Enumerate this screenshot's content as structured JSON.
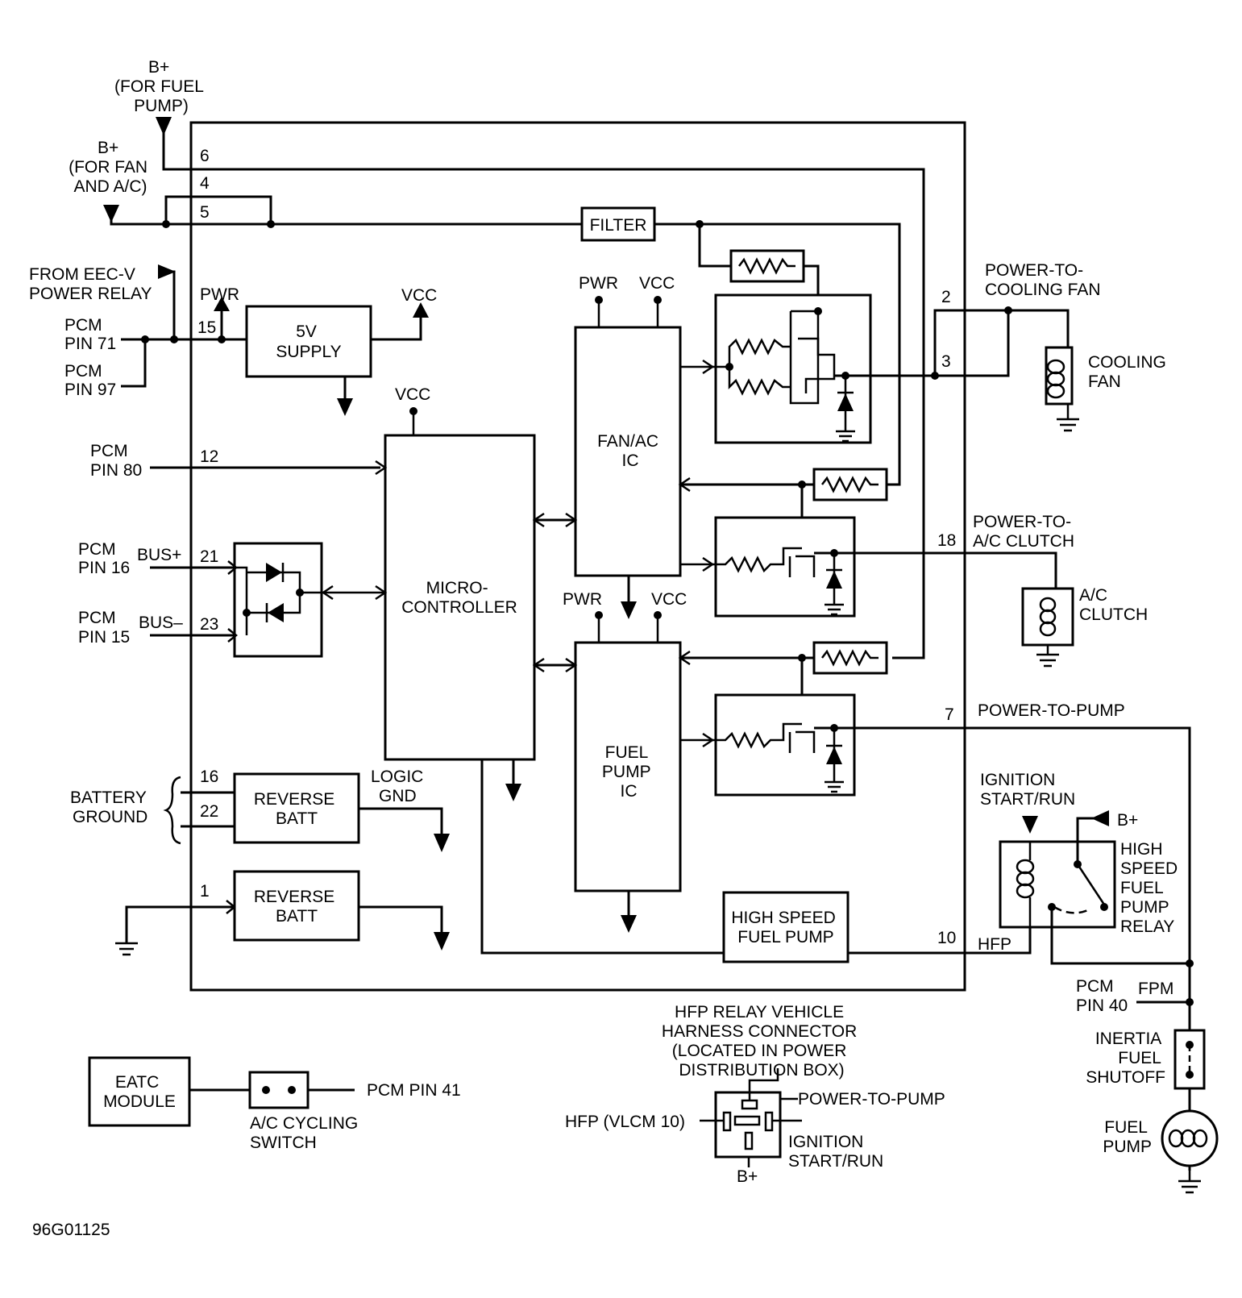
{
  "labels": {
    "bplus_fuel": [
      "B+",
      "(FOR FUEL",
      "PUMP)"
    ],
    "bplus_fan": [
      "B+",
      "(FOR FAN",
      "AND A/C)"
    ],
    "eec_relay": [
      "FROM EEC-V",
      "POWER RELAY"
    ],
    "pcm71": [
      "PCM",
      "PIN 71"
    ],
    "pcm97": [
      "PCM",
      "PIN 97"
    ],
    "pcm80": [
      "PCM",
      "PIN 80"
    ],
    "pcm16": [
      "PCM",
      "PIN 16"
    ],
    "pcm15": [
      "PCM",
      "PIN 15"
    ],
    "bus_plus": "BUS+",
    "bus_minus": "BUS–",
    "battery_ground": [
      "BATTERY",
      "GROUND"
    ],
    "pwr": "PWR",
    "vcc": "VCC",
    "logic_gnd": [
      "LOGIC",
      "GND"
    ],
    "power_to_cooling_fan": [
      "POWER-TO-",
      "COOLING FAN"
    ],
    "cooling_fan": [
      "COOLING",
      "FAN"
    ],
    "power_to_ac_clutch": [
      "POWER-TO-",
      "A/C CLUTCH"
    ],
    "ac_clutch": [
      "A/C",
      "CLUTCH"
    ],
    "power_to_pump": "POWER-TO-PUMP",
    "ignition_start_run": [
      "IGNITION",
      "START/RUN"
    ],
    "bplus": "B+",
    "hs_relay": [
      "HIGH",
      "SPEED",
      "FUEL",
      "PUMP",
      "RELAY"
    ],
    "hfp": "HFP",
    "pcm40": [
      "PCM",
      "PIN 40"
    ],
    "fpm": "FPM",
    "inertia": [
      "INERTIA",
      "FUEL",
      "SHUTOFF"
    ],
    "fuel_pump": [
      "FUEL",
      "PUMP"
    ],
    "connector_title": [
      "HFP RELAY VEHICLE",
      "HARNESS CONNECTOR",
      "(LOCATED IN POWER",
      "DISTRIBUTION BOX)"
    ],
    "conn_power_to_pump": "POWER-TO-PUMP",
    "conn_hfp": "HFP (VLCM 10)",
    "conn_ignition": [
      "IGNITION",
      "START/RUN"
    ],
    "conn_bplus": "B+",
    "pcm41": "PCM PIN 41",
    "ac_cycling_switch": [
      "A/C CYCLING",
      "SWITCH"
    ],
    "figure_id": "96G01125"
  },
  "blocks": {
    "filter": "FILTER",
    "supply": [
      "5V",
      "SUPPLY"
    ],
    "micro": [
      "MICRO-",
      "CONTROLLER"
    ],
    "fanac": [
      "FAN/AC",
      "IC"
    ],
    "fuelpump": [
      "FUEL",
      "PUMP",
      "IC"
    ],
    "rev_batt_1": [
      "REVERSE",
      "BATT"
    ],
    "rev_batt_2": [
      "REVERSE",
      "BATT"
    ],
    "hs_fuel_pump": [
      "HIGH SPEED",
      "FUEL PUMP"
    ],
    "eatc": [
      "EATC",
      "MODULE"
    ]
  },
  "pins": {
    "p6": "6",
    "p4": "4",
    "p5": "5",
    "p15": "15",
    "p12": "12",
    "p21": "21",
    "p23": "23",
    "p16": "16",
    "p22": "22",
    "p1": "1",
    "p2": "2",
    "p3": "3",
    "p18": "18",
    "p7": "7",
    "p10": "10"
  }
}
